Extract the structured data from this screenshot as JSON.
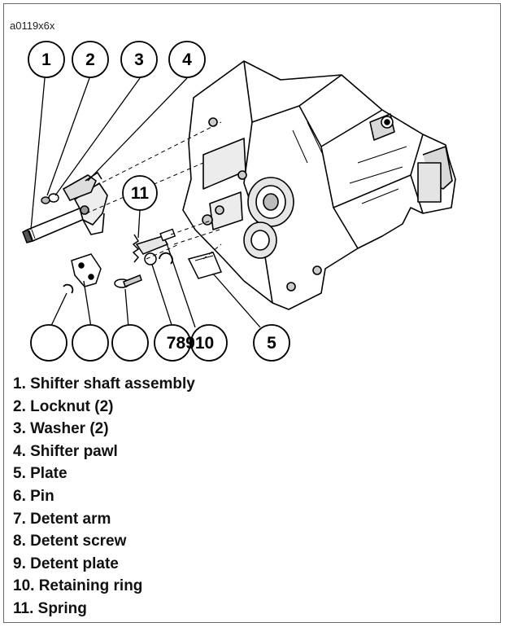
{
  "figure_id": "a0119x6x",
  "callouts": [
    {
      "label": "1"
    },
    {
      "label": "2"
    },
    {
      "label": "3"
    },
    {
      "label": "4"
    },
    {
      "label": "11"
    },
    {
      "label": ""
    },
    {
      "label": ""
    },
    {
      "label": ""
    },
    {
      "label": "78910"
    },
    {
      "label": "5"
    }
  ],
  "legend": [
    "1. Shifter shaft assembly",
    "2. Locknut (2)",
    "3. Washer (2)",
    "4. Shifter pawl",
    "5. Plate",
    "6. Pin",
    "7. Detent arm",
    "8. Detent screw",
    "9. Detent plate",
    "10. Retaining ring",
    "11. Spring"
  ],
  "colors": {
    "line": "#000000",
    "casting": "#ffffff",
    "shade": "#d8d8d8"
  }
}
